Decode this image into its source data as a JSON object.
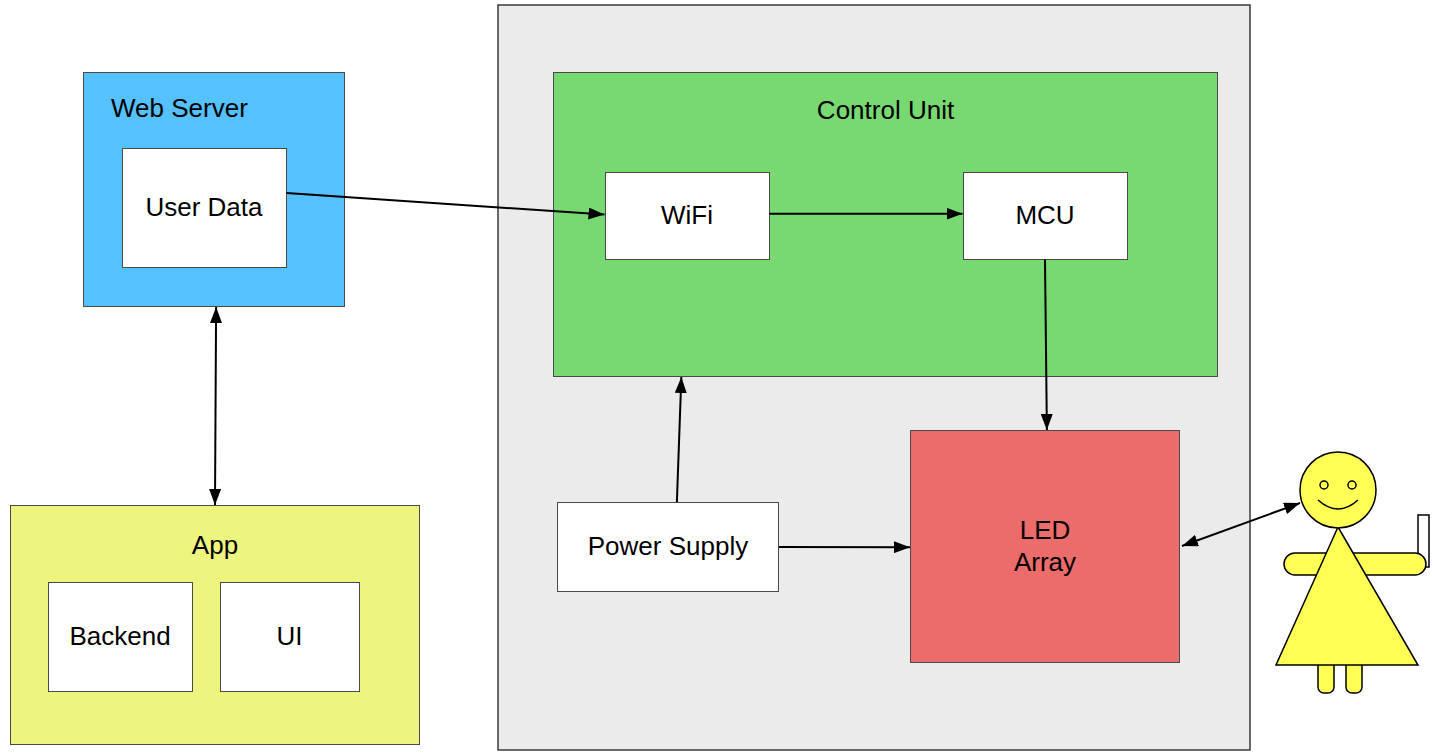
{
  "diagram": {
    "nodes": [
      {
        "text": [
          "Web Server"
        ]
      },
      {
        "text": [
          "User Data"
        ],
        "in": 0
      },
      {
        "text": [
          "App"
        ]
      },
      {
        "text": [
          "Backend"
        ],
        "in": 2
      },
      {
        "text": [
          "UI"
        ],
        "in": 2
      },
      {
        "text": [
          "Control Unit"
        ]
      },
      {
        "text": [
          "WiFi"
        ],
        "in": 5
      },
      {
        "text": [
          "MCU"
        ],
        "in": 5
      },
      {
        "text": [
          "Power Supply"
        ]
      },
      {
        "text": [
          "LED Array"
        ]
      }
    ],
    "edges": [
      {
        "from": 1,
        "to": 6,
        "arrow": "to"
      },
      {
        "from": 0,
        "to": 2,
        "arrow": "both"
      },
      {
        "from": 6,
        "to": 7,
        "arrow": "to"
      },
      {
        "from": 7,
        "to": 9,
        "arrow": "to"
      },
      {
        "from": 8,
        "to": 5,
        "arrow": "to"
      },
      {
        "from": 8,
        "to": 9,
        "arrow": "to"
      }
    ]
  }
}
